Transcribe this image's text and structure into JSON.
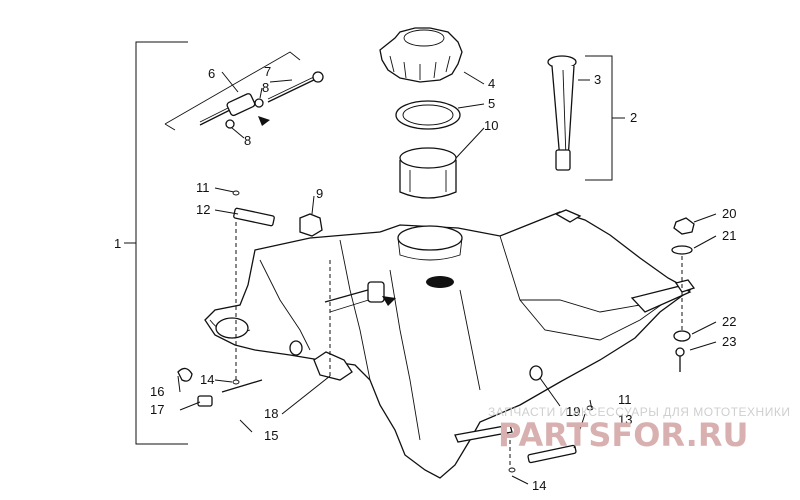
{
  "diagram": {
    "callouts": {
      "c1": "1",
      "c2": "2",
      "c3": "3",
      "c4": "4",
      "c5": "5",
      "c6": "6",
      "c7": "7",
      "c8a": "8",
      "c8b": "8",
      "c9": "9",
      "c10": "10",
      "c11a": "11",
      "c11b": "11",
      "c12": "12",
      "c13": "13",
      "c14a": "14",
      "c14b": "14",
      "c15": "15",
      "c16": "16",
      "c17": "17",
      "c18": "18",
      "c19": "19",
      "c20": "20",
      "c21": "21",
      "c22": "22",
      "c23": "23"
    }
  },
  "watermark": {
    "caption": "ЗАПЧАСТИ И АКСЕССУАРЫ ДЛЯ МОТОТЕХНИКИ",
    "logo": "PARTSFOR.RU",
    "logo_color": "#d9b0b0"
  }
}
